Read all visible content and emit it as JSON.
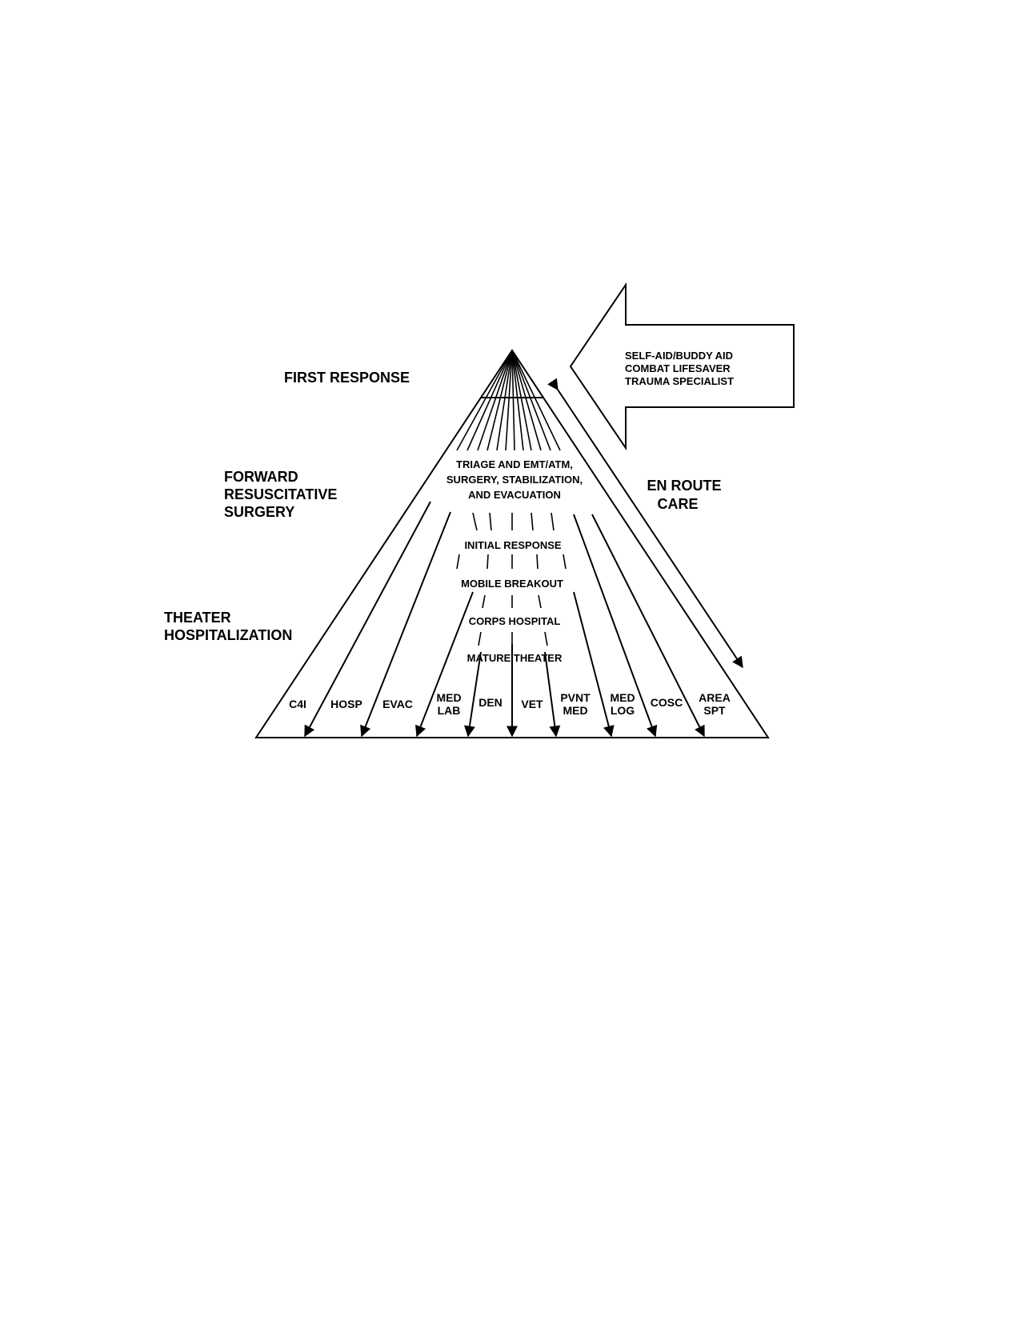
{
  "side_labels": {
    "first_response": [
      "FIRST RESPONSE"
    ],
    "forward_surgery": [
      "FORWARD",
      "RESUSCITATIVE",
      "SURGERY"
    ],
    "theater_hospitalization": [
      "THEATER",
      "HOSPITALIZATION"
    ],
    "en_route_care": [
      "EN ROUTE",
      "CARE"
    ]
  },
  "callout_arrow": {
    "lines": [
      "SELF-AID/BUDDY AID",
      "COMBAT LIFESAVER",
      "TRAUMA SPECIALIST"
    ]
  },
  "pyramid_levels": {
    "triage": [
      "TRIAGE AND EMT/ATM,",
      "SURGERY, STABILIZATION,",
      "AND EVACUATION"
    ],
    "initial_response": "INITIAL RESPONSE",
    "mobile_breakout": "MOBILE BREAKOUT",
    "corps_hospital": "CORPS HOSPITAL",
    "mature_theater": "MATURE THEATER"
  },
  "functions": [
    {
      "name": "c4i",
      "lines": [
        "C4I"
      ]
    },
    {
      "name": "hosp",
      "lines": [
        "HOSP"
      ]
    },
    {
      "name": "evac",
      "lines": [
        "EVAC"
      ]
    },
    {
      "name": "med-lab",
      "lines": [
        "MED",
        "LAB"
      ]
    },
    {
      "name": "den",
      "lines": [
        "DEN"
      ]
    },
    {
      "name": "vet",
      "lines": [
        "VET"
      ]
    },
    {
      "name": "pvnt-med",
      "lines": [
        "PVNT",
        "MED"
      ]
    },
    {
      "name": "med-log",
      "lines": [
        "MED",
        "LOG"
      ]
    },
    {
      "name": "cosc",
      "lines": [
        "COSC"
      ]
    },
    {
      "name": "area-spt",
      "lines": [
        "AREA",
        "SPT"
      ]
    }
  ]
}
